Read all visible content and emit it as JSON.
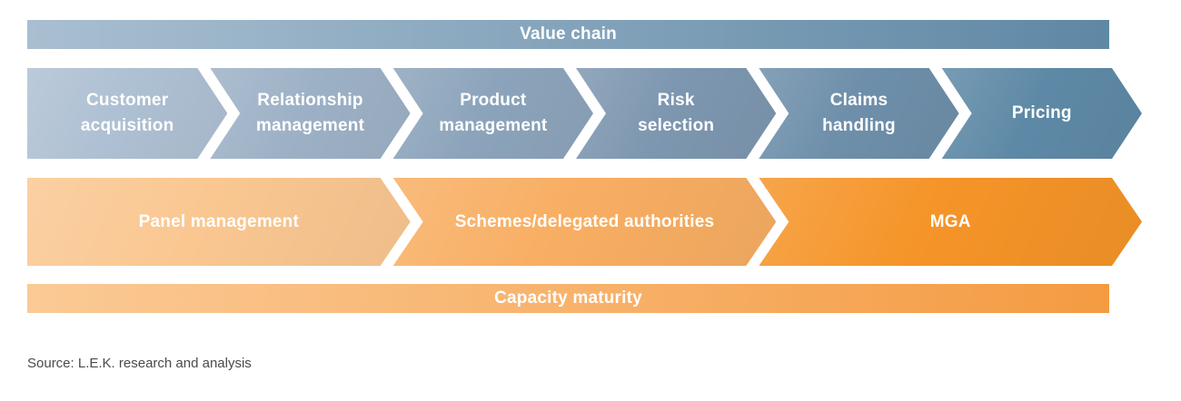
{
  "value_chain_bar": {
    "label": "Value chain"
  },
  "value_chain_steps": [
    {
      "lines": [
        "Customer",
        "acquisition"
      ],
      "color": "#AEC0D3"
    },
    {
      "lines": [
        "Relationship",
        "management"
      ],
      "color": "#9DB1C6"
    },
    {
      "lines": [
        "Product",
        "management"
      ],
      "color": "#8CA4BB"
    },
    {
      "lines": [
        "Risk",
        "selection"
      ],
      "color": "#7D97B0"
    },
    {
      "lines": [
        "Claims",
        "handling"
      ],
      "color": "#6E8FAA"
    },
    {
      "lines": [
        "Pricing"
      ],
      "color": "#5E89A6"
    }
  ],
  "maturity_steps": [
    {
      "label": "Panel management",
      "color": "#FAC791"
    },
    {
      "label": "Schemes/delegated authorities",
      "color": "#F8AE62"
    },
    {
      "label": "MGA",
      "color": "#F59428"
    }
  ],
  "capacity_bar": {
    "label": "Capacity maturity"
  },
  "source": {
    "text": "Source: L.E.K. research and analysis"
  },
  "colors": {
    "value_bar_gradient": [
      "#A9BFD1",
      "#5F88A5"
    ],
    "capacity_bar_gradient": [
      "#FBCA96",
      "#F49B42"
    ],
    "text_on_fill": "#FFFFFF",
    "source_text": "#4A4A4A",
    "background": "#FFFFFF"
  }
}
